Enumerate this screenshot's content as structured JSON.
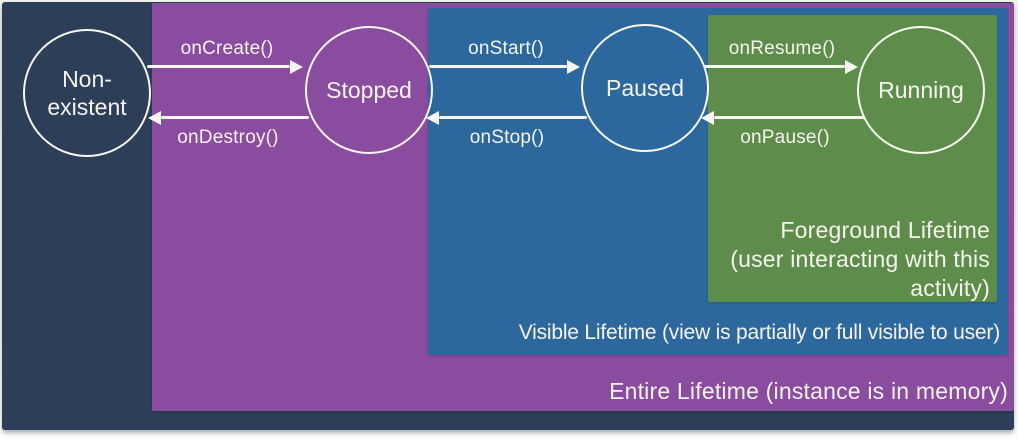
{
  "slide": {
    "background_color": "#2c3e58",
    "text_color": "#f6f3ee",
    "states": [
      {
        "id": "non-existent",
        "label": "Non-existent"
      },
      {
        "id": "stopped",
        "label": "Stopped"
      },
      {
        "id": "paused",
        "label": "Paused"
      },
      {
        "id": "running",
        "label": "Running"
      }
    ],
    "transitions": [
      {
        "id": "oncreate",
        "label": "onCreate()",
        "from": "Non-existent",
        "to": "Stopped",
        "direction": "right"
      },
      {
        "id": "ondestroy",
        "label": "onDestroy()",
        "from": "Stopped",
        "to": "Non-existent",
        "direction": "left"
      },
      {
        "id": "onstart",
        "label": "onStart()",
        "from": "Stopped",
        "to": "Paused",
        "direction": "right"
      },
      {
        "id": "onstop",
        "label": "onStop()",
        "from": "Paused",
        "to": "Stopped",
        "direction": "left"
      },
      {
        "id": "onresume",
        "label": "onResume()",
        "from": "Paused",
        "to": "Running",
        "direction": "right"
      },
      {
        "id": "onpause",
        "label": "onPause()",
        "from": "Running",
        "to": "Paused",
        "direction": "left"
      }
    ],
    "regions": [
      {
        "id": "entire",
        "label": "Entire Lifetime (instance is in memory)",
        "color": "#8a4c9e"
      },
      {
        "id": "visible",
        "label": "Visible Lifetime (view is partially or full visible to user)",
        "color": "#2c689d"
      },
      {
        "id": "foreground",
        "label": "Foreground Lifetime\n(user interacting with this\nactivity)",
        "color": "#5e8d4b"
      }
    ]
  }
}
